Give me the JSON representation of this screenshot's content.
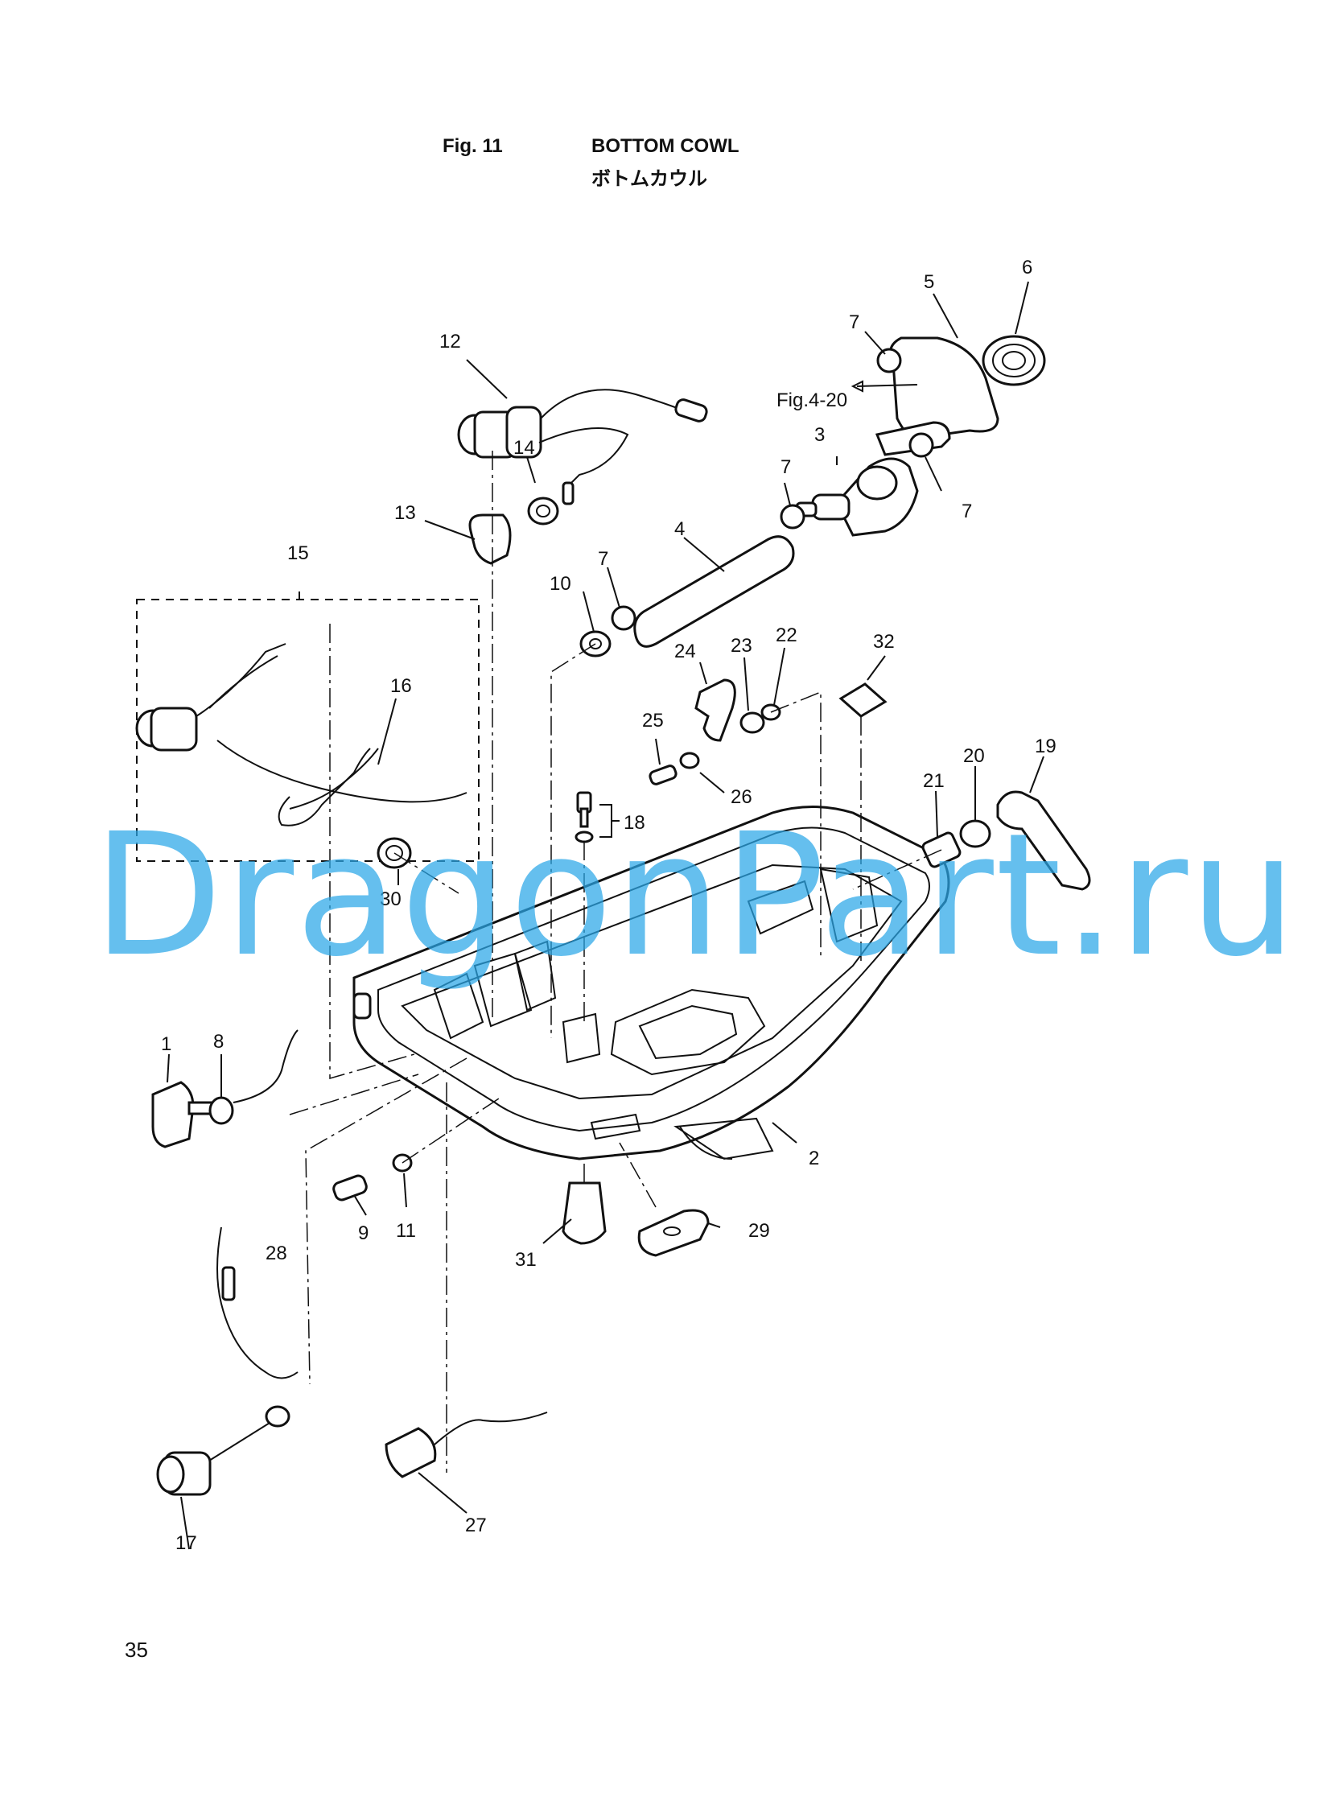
{
  "header": {
    "fig_label": "Fig. 11",
    "title": "BOTTOM COWL",
    "title_jp": "ボトムカウル"
  },
  "page_number": "35",
  "watermark": "DragonPart.ru",
  "cross_reference": "Fig.4-20",
  "callouts": [
    "1",
    "2",
    "3",
    "4",
    "5",
    "6",
    "7",
    "7",
    "7",
    "7",
    "8",
    "9",
    "10",
    "11",
    "12",
    "13",
    "14",
    "15",
    "16",
    "17",
    "18",
    "19",
    "20",
    "21",
    "22",
    "23",
    "24",
    "25",
    "26",
    "27",
    "28",
    "29",
    "30",
    "31",
    "32"
  ]
}
